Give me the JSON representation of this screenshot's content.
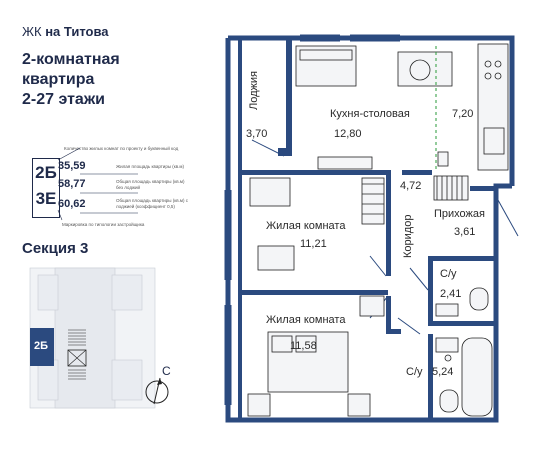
{
  "header": {
    "complex_prefix": "ЖК",
    "complex_name": "на Титова",
    "apt_line1": "2-комнатная",
    "apt_line2": "квартира",
    "floors": "2-27 этажи"
  },
  "legend": {
    "code_top": "2Б",
    "code_bottom": "3Е",
    "note_rooms": "Количество жилых комнат по проекту и буквенный код",
    "note_marking": "Маркировка по типологии застройщика",
    "living_area": "35,59",
    "living_area_desc": "Жилая площадь квартиры (кв.м)",
    "total_no_loggia": "58,77",
    "total_no_loggia_desc": "Общая площадь квартиры (кв.м) без лоджий",
    "total_with_loggia": "60,62",
    "total_with_loggia_desc": "Общая площадь квартиры (кв.м) с лоджией (коэффициент 0,5)"
  },
  "section": {
    "label": "Секция 3",
    "apt_marker": "2Б"
  },
  "compass": {
    "north_letter": "С"
  },
  "rooms": {
    "loggia": {
      "name": "Лоджия",
      "area": "3,70"
    },
    "kitchen": {
      "name": "Кухня-столовая",
      "area": "12,80",
      "extra_area": "7,20"
    },
    "living1": {
      "name": "Жилая комната",
      "area": "11,21"
    },
    "living2": {
      "name": "Жилая комната",
      "area": "11,58"
    },
    "corridor": {
      "name": "Коридор",
      "area": "4,72"
    },
    "hall": {
      "name": "Прихожая",
      "area": "3,61"
    },
    "wc1": {
      "name": "С/у",
      "area": "2,41"
    },
    "wc2": {
      "name": "С/у",
      "area": "5,24"
    }
  },
  "colors": {
    "accent": "#2b4a7f",
    "text": "#1f2a4a",
    "wall": "#2b4a7f"
  }
}
